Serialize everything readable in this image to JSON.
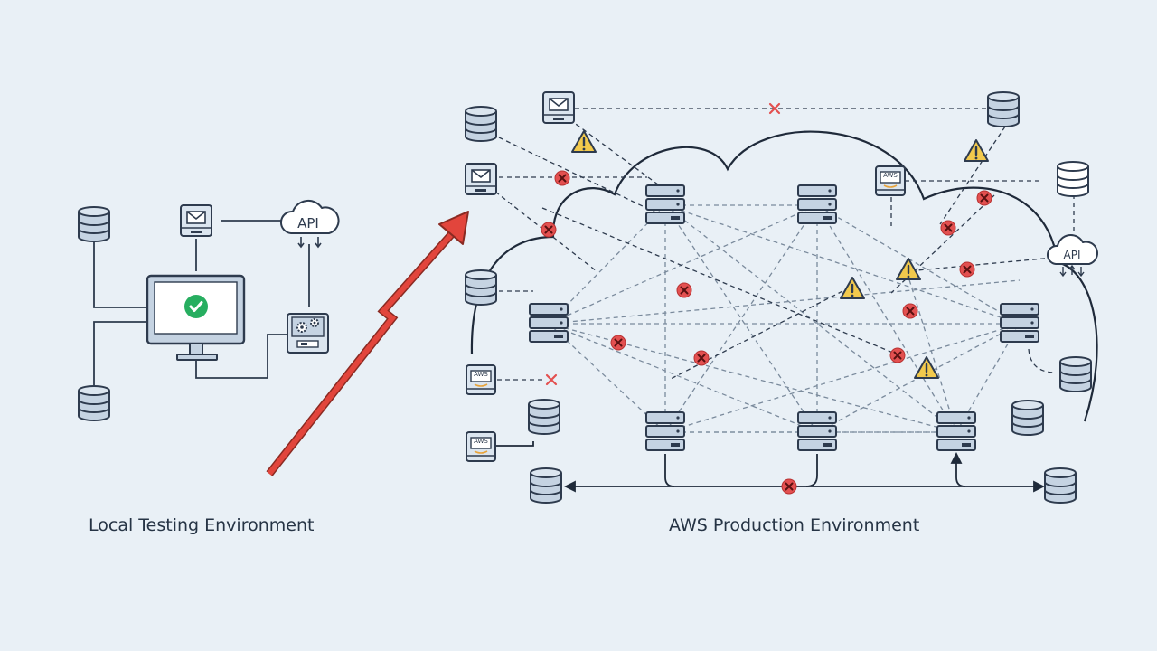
{
  "captions": {
    "local": "Local Testing Environment",
    "aws": "AWS Production Environment"
  },
  "badges": {
    "api": "API",
    "aws": "AWS"
  },
  "colors": {
    "background": "#e9f0f6",
    "outline": "#2e3b4e",
    "node_fill": "#c5d3e2",
    "dashed_link": "#7a8a9c",
    "error_red": "#e35050",
    "warning_yellow": "#f2c94c",
    "success_green": "#27ae60",
    "arrow_red": "#e2453c"
  },
  "icons": {
    "success": "checkmark-circle-icon",
    "error": "x-circle-icon",
    "warning": "warning-triangle-icon",
    "database": "database-icon",
    "server": "server-rack-icon",
    "mail": "mail-server-icon",
    "cloud_api": "cloud-api-icon",
    "settings": "gear-device-icon",
    "monitor": "desktop-monitor-icon"
  }
}
